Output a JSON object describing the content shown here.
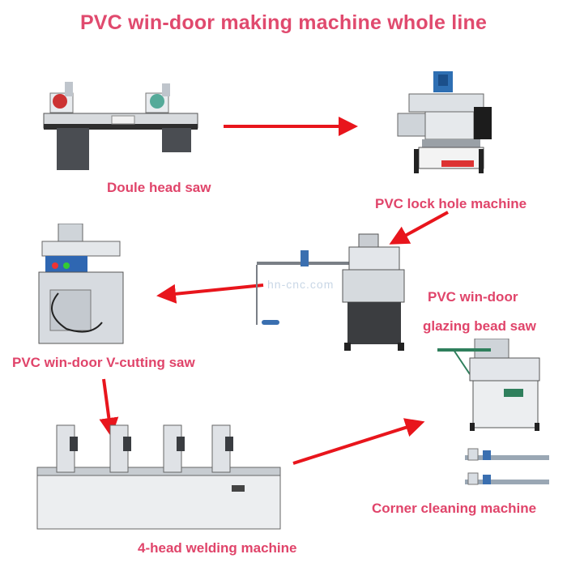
{
  "title": "PVC win-door making machine whole line",
  "watermark": "hn-cnc.com",
  "colors": {
    "label": "#e0446a",
    "title": "#e04a6e",
    "arrow": "#e8151c"
  },
  "machines": [
    {
      "id": "double-head-saw",
      "label": "Doule head saw"
    },
    {
      "id": "lock-hole-machine",
      "label": "PVC lock hole machine"
    },
    {
      "id": "glazing-bead-saw",
      "label_line1": "PVC win-door",
      "label_line2": "glazing bead saw"
    },
    {
      "id": "v-cutting-saw",
      "label": "PVC win-door V-cutting saw"
    },
    {
      "id": "welding-machine",
      "label": "4-head welding machine"
    },
    {
      "id": "corner-cleaning-machine",
      "label": "Corner cleaning machine"
    }
  ],
  "flow": [
    "double-head-saw",
    "lock-hole-machine",
    "glazing-bead-saw",
    "v-cutting-saw",
    "welding-machine",
    "corner-cleaning-machine"
  ]
}
